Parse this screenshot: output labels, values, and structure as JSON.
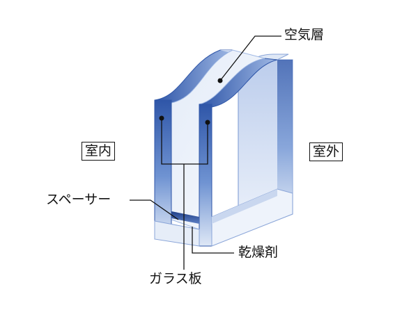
{
  "labels": {
    "air_layer": "空気層",
    "indoor": "室内",
    "outdoor": "室外",
    "spacer": "スペーサー",
    "desiccant": "乾燥剤",
    "glass_pane": "ガラス板"
  },
  "colors": {
    "glass_edge_dark": "#2f56a8",
    "glass_edge_light": "#dfe8f6",
    "glass_face": "#eef3fb",
    "spacer_dark": "#1f3f88",
    "leader_line": "#111111",
    "text": "#111111"
  }
}
